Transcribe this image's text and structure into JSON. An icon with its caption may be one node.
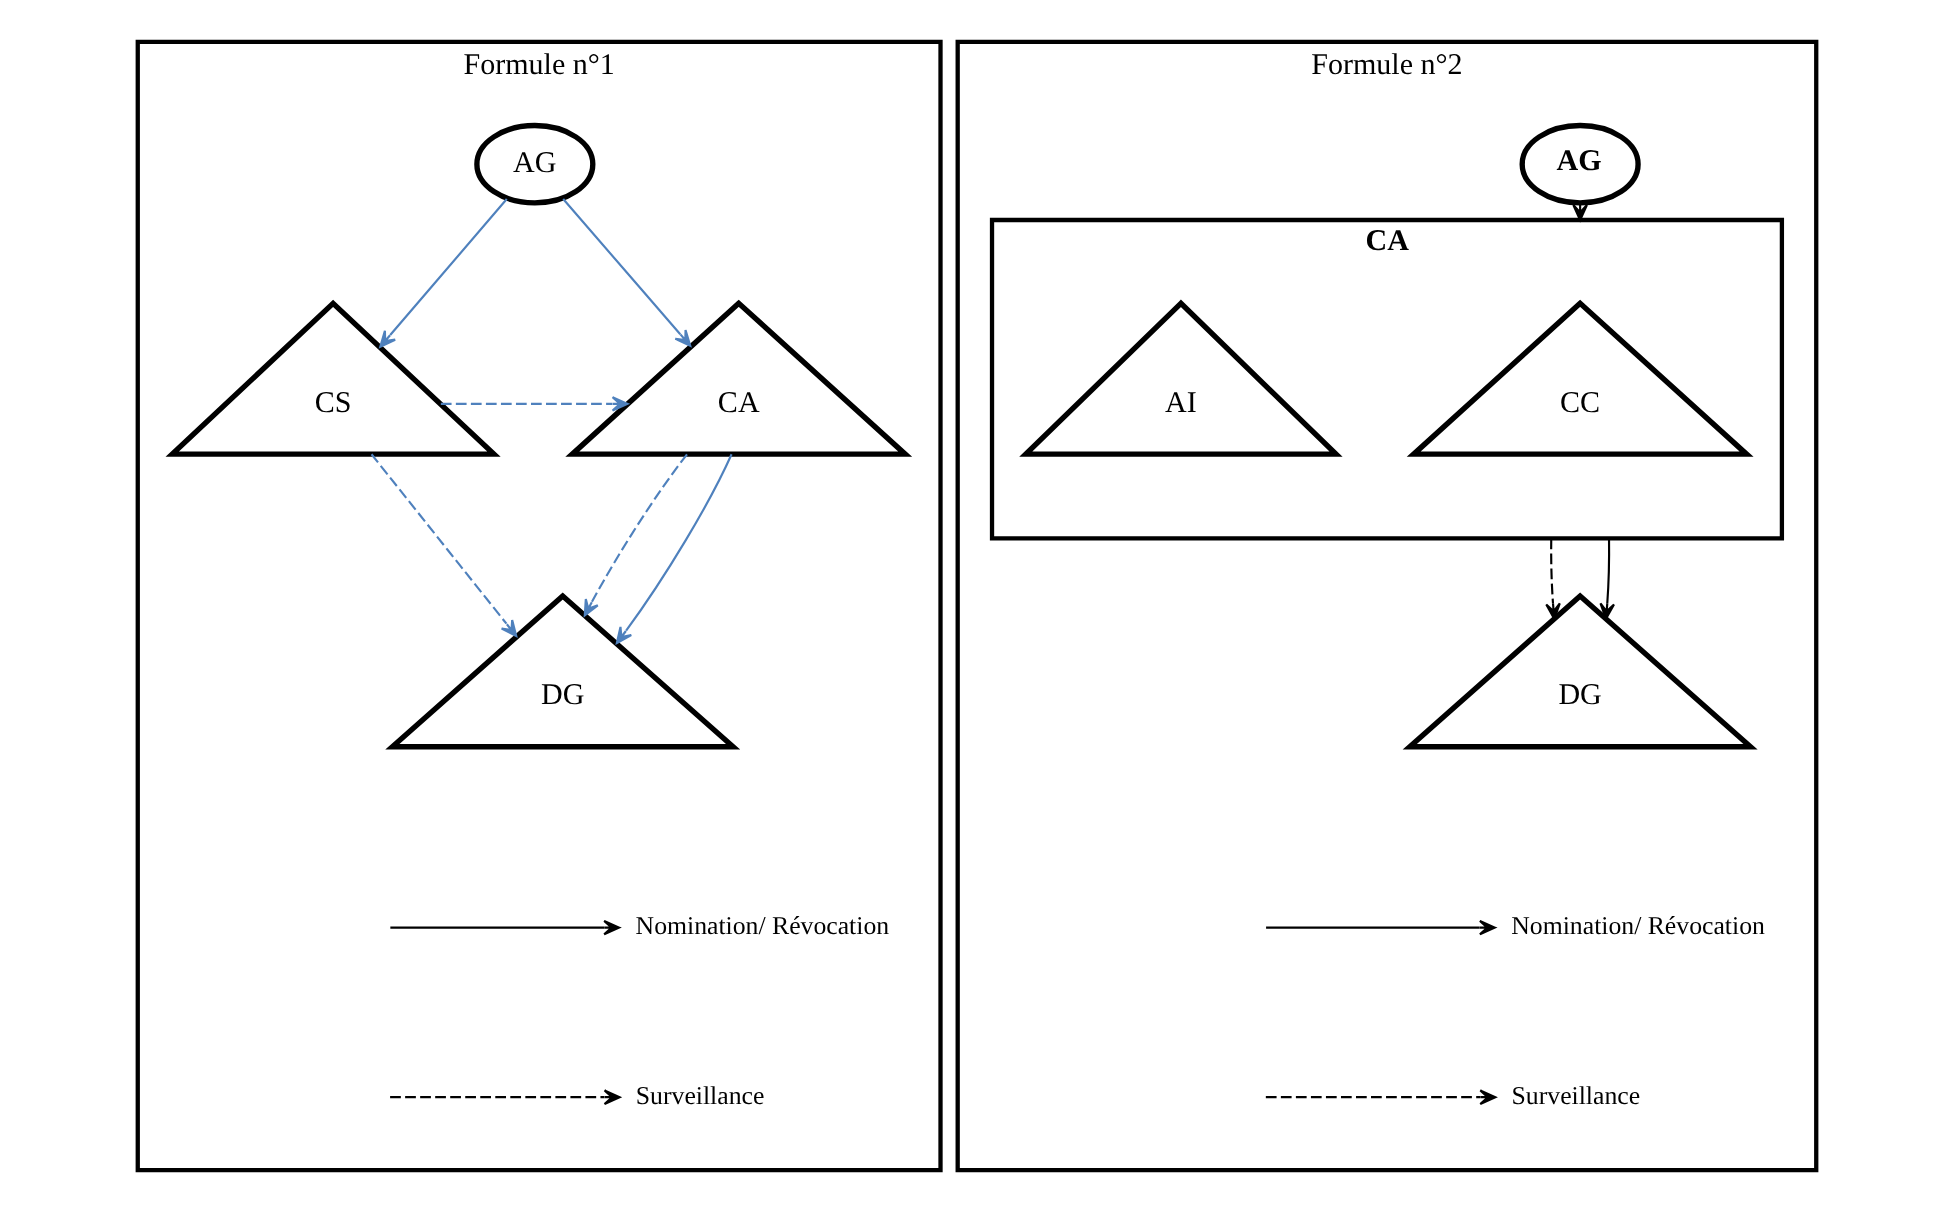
{
  "diagram": {
    "nodes": [
      {
        "text": [
          "Formule n°1"
        ]
      },
      {
        "text": [
          "AG"
        ],
        "in": 0
      },
      {
        "text": [
          "CA"
        ],
        "in": 0
      },
      {
        "text": [
          "CS"
        ],
        "in": 0
      },
      {
        "text": [
          "DG"
        ],
        "in": 0
      },
      {
        "text": [
          "Formule n°2"
        ]
      },
      {
        "text": [
          "AG"
        ],
        "in": 5
      },
      {
        "text": [
          "CA"
        ],
        "in": 5
      },
      {
        "text": [
          "CC"
        ],
        "in": 7
      },
      {
        "text": [
          "AI"
        ],
        "in": 7
      },
      {
        "text": [
          "DG"
        ],
        "in": 5
      }
    ],
    "edges": [
      {
        "from": 1,
        "to": 2,
        "arrow": "to"
      },
      {
        "from": 1,
        "to": 3,
        "arrow": "to"
      },
      {
        "from": 3,
        "to": 2,
        "arrow": "to",
        "style": "dashed"
      },
      {
        "from": 2,
        "to": 4,
        "arrow": "to",
        "style": "dashed"
      },
      {
        "from": 2,
        "to": 4,
        "arrow": "to"
      },
      {
        "from": 3,
        "to": 4,
        "arrow": "to",
        "style": "dashed"
      },
      {
        "from": 6,
        "to": 7,
        "arrow": "to",
        "color": "#000000"
      },
      {
        "from": 7,
        "to": 10,
        "arrow": "to",
        "style": "dashed",
        "color": "#000000"
      },
      {
        "from": 7,
        "to": 10,
        "arrow": "to",
        "color": "#000000"
      }
    ],
    "legend": [
      {
        "text": "Nomination/ Révocation"
      },
      {
        "text": "Surveillance"
      },
      {
        "text": "Nomination/ Révocation"
      },
      {
        "text": "Surveillance"
      }
    ]
  }
}
